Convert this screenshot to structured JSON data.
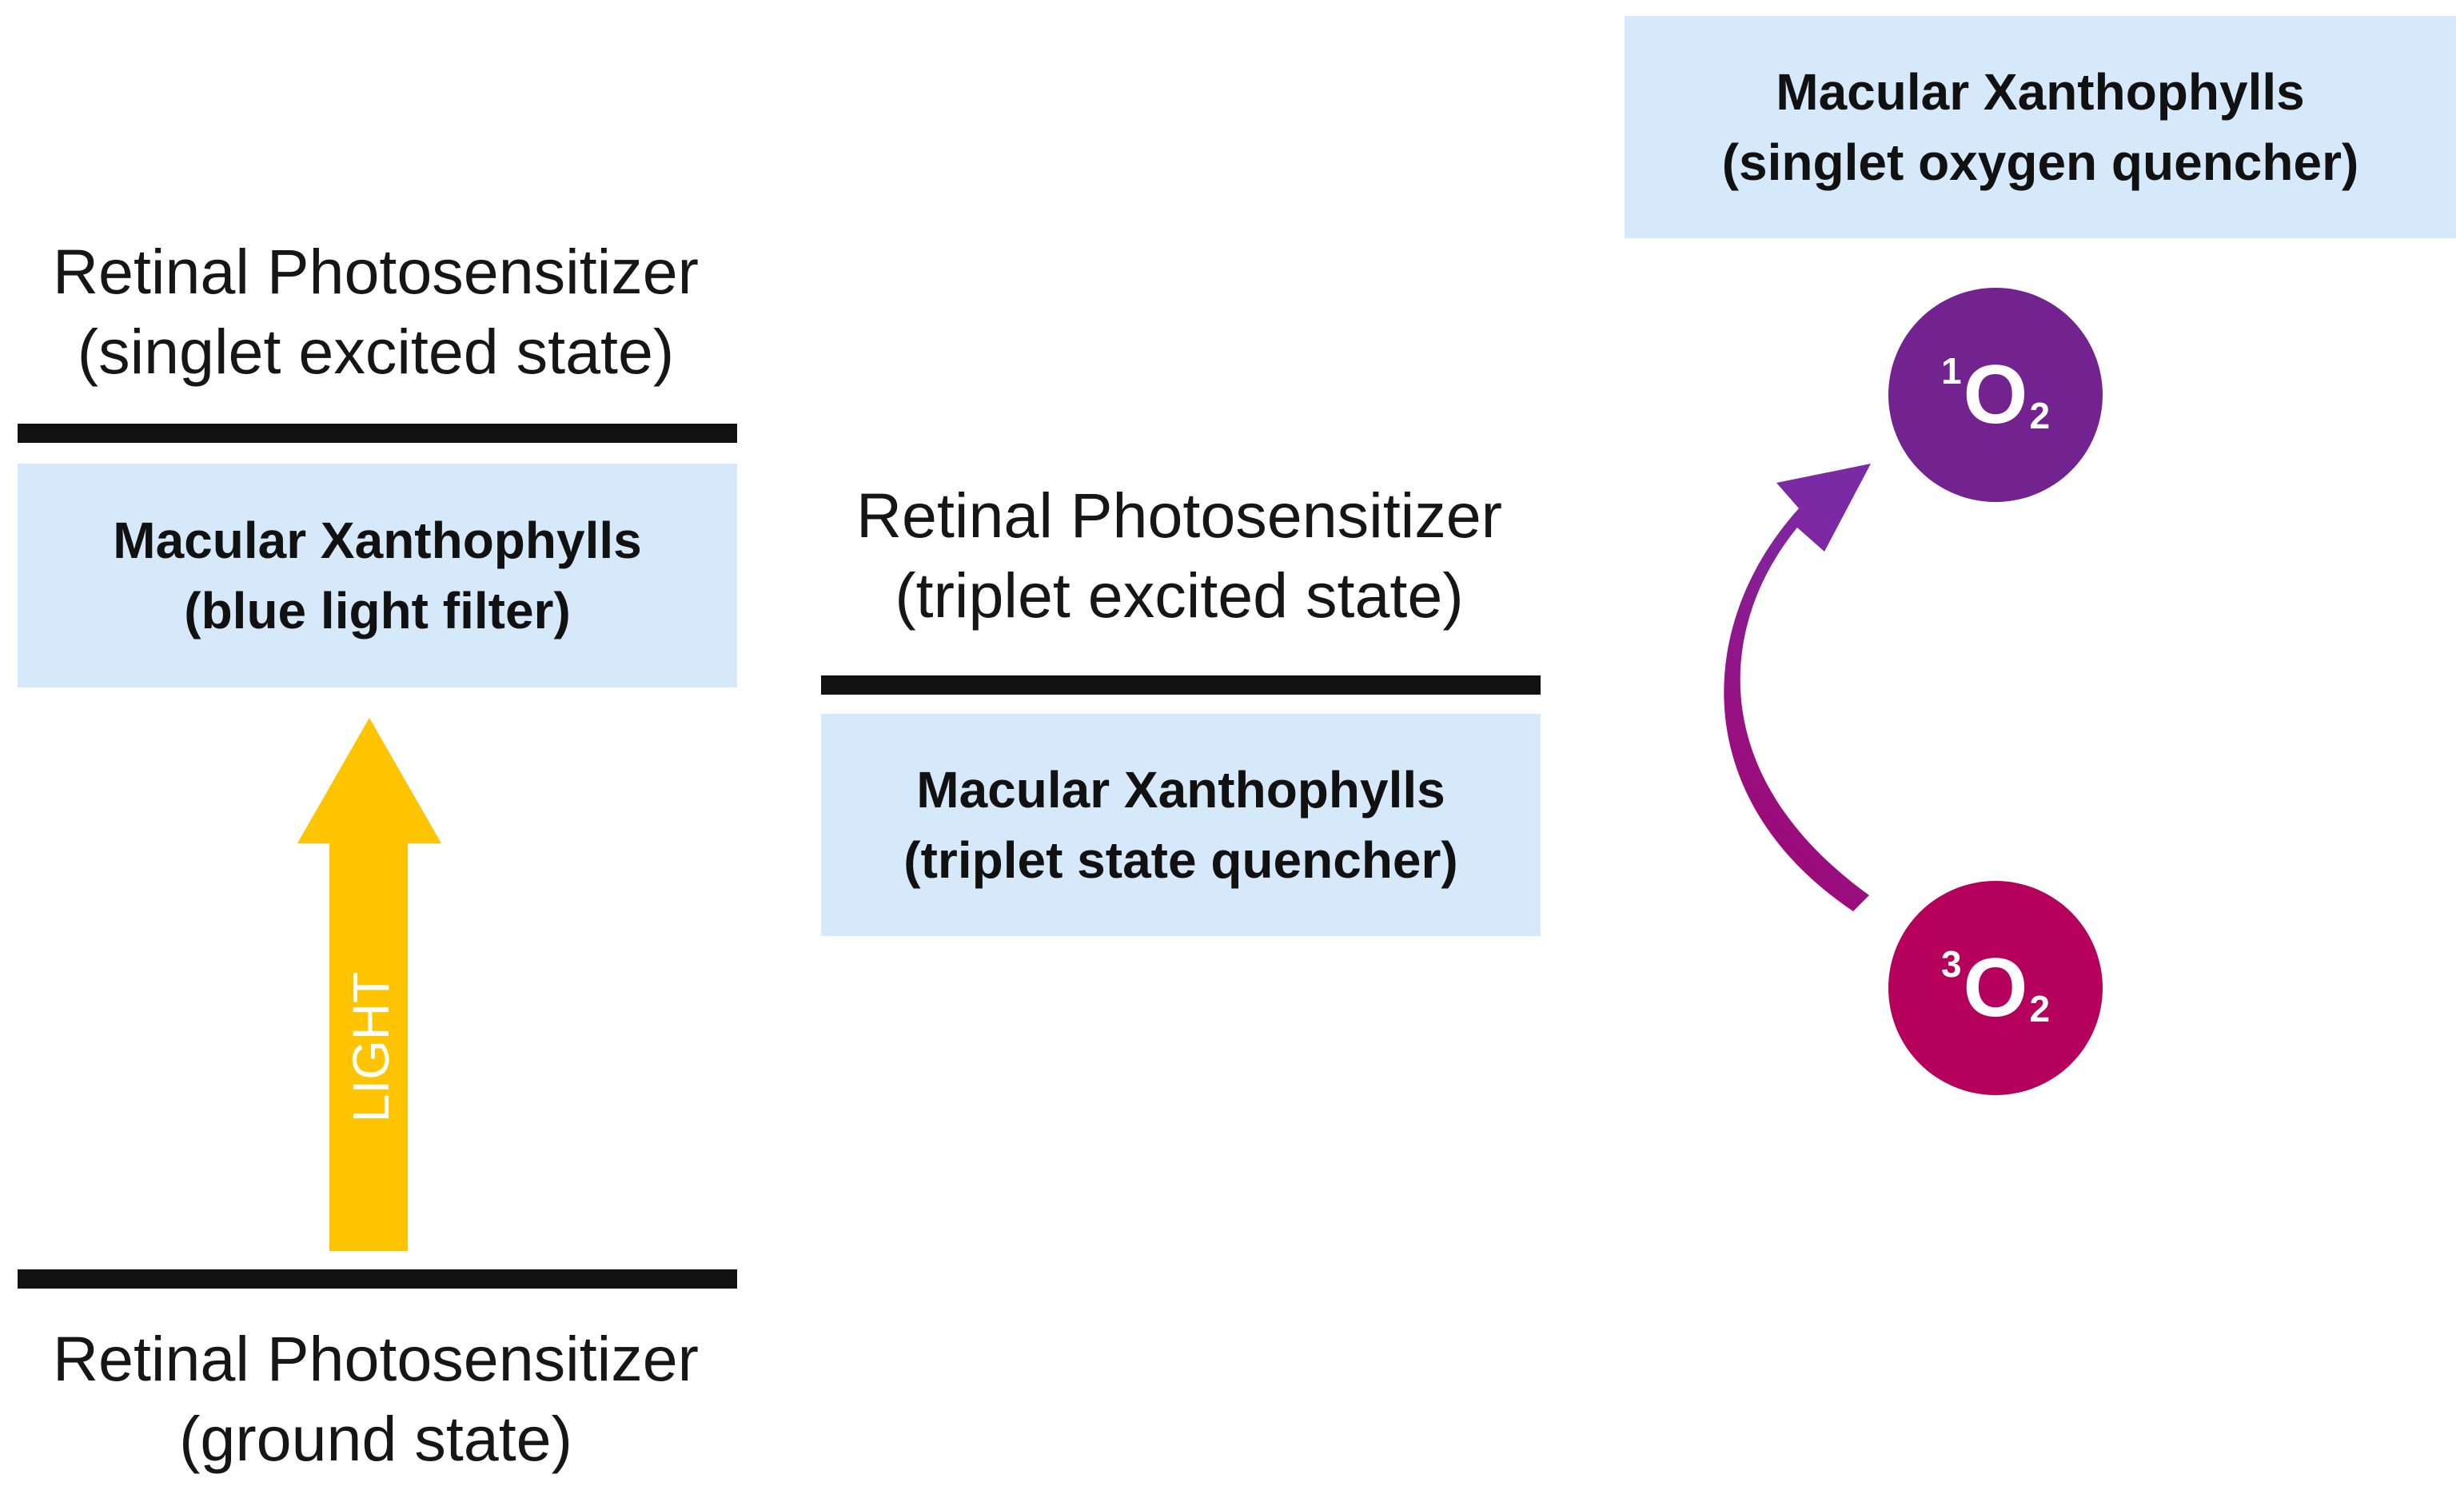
{
  "colors": {
    "box_fill": "#d5e9fa",
    "bar": "#111111",
    "light_arrow": "#ffc400",
    "singlet_oxygen": "#72238f",
    "triplet_oxygen": "#b5005c",
    "transition_arrow_start": "#a8006a",
    "transition_arrow_end": "#7b2aa6"
  },
  "left": {
    "top_label": {
      "line1": "Retinal Photosensitizer",
      "line2": "(singlet excited state)"
    },
    "box": {
      "line1": "Macular Xanthophylls",
      "line2": "(blue light filter)"
    },
    "light_arrow_label": "LIGHT",
    "bottom_label": {
      "line1": "Retinal Photosensitizer",
      "line2": "(ground state)"
    }
  },
  "middle": {
    "label": {
      "line1": "Retinal Photosensitizer",
      "line2": "(triplet excited state)"
    },
    "box": {
      "line1": "Macular Xanthophylls",
      "line2": "(triplet state quencher)"
    }
  },
  "right": {
    "box": {
      "line1": "Macular Xanthophylls",
      "line2": "(singlet oxygen quencher)"
    },
    "singlet_oxygen": {
      "superscript": "1",
      "symbol": "O",
      "subscript": "2"
    },
    "triplet_oxygen": {
      "superscript": "3",
      "symbol": "O",
      "subscript": "2"
    }
  }
}
